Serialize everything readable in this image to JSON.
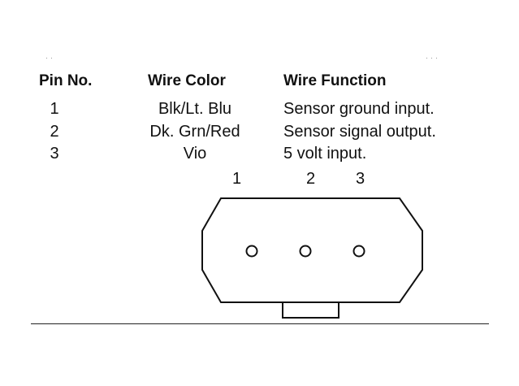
{
  "table": {
    "headers": {
      "pin": "Pin No.",
      "color": "Wire Color",
      "function": "Wire Function"
    },
    "rows": [
      {
        "pin": "1",
        "color": "Blk/Lt. Blu",
        "function": "Sensor ground input."
      },
      {
        "pin": "2",
        "color": "Dk. Grn/Red",
        "function": "Sensor signal output."
      },
      {
        "pin": "3",
        "color": "Vio",
        "function": "5 volt input."
      }
    ]
  },
  "connector": {
    "pin_labels": [
      "1",
      "2",
      "3"
    ]
  }
}
